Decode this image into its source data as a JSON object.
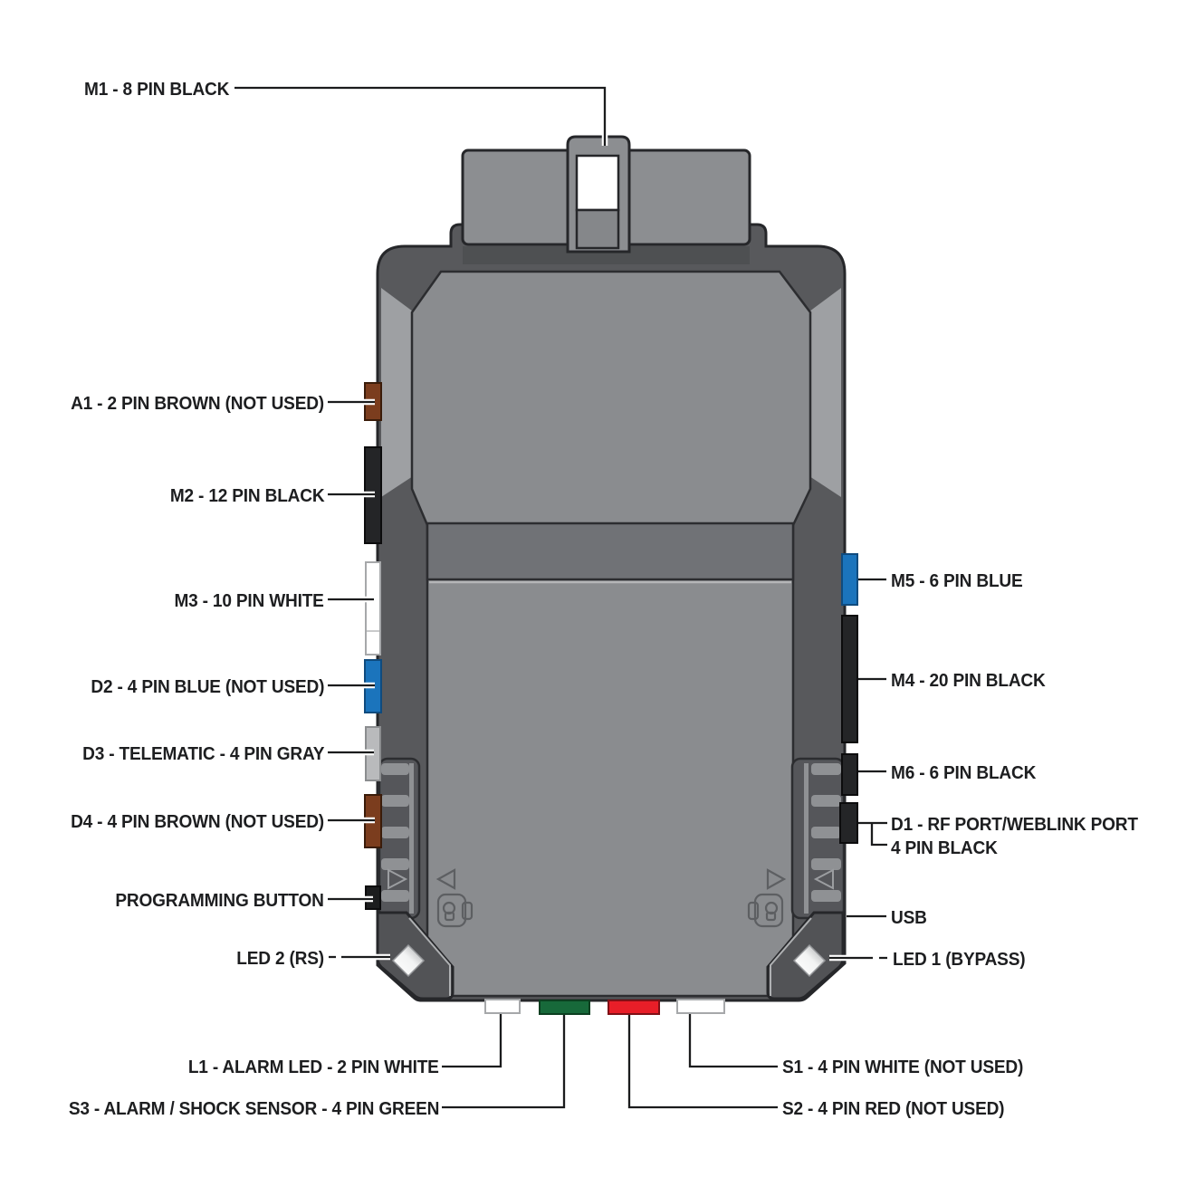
{
  "labels": {
    "m1": "M1 - 8 PIN BLACK",
    "a1": "A1 - 2 PIN BROWN (NOT USED)",
    "m2": "M2 - 12 PIN BLACK",
    "m3": "M3 - 10 PIN WHITE",
    "d2": "D2 - 4 PIN BLUE (NOT USED)",
    "d3": "D3 - TELEMATIC - 4 PIN GRAY",
    "d4": "D4 - 4 PIN BROWN (NOT USED)",
    "programming_button": "PROGRAMMING BUTTON",
    "led2": "LED 2 (RS)",
    "l1": "L1 - ALARM LED - 2 PIN WHITE",
    "s3": "S3 - ALARM / SHOCK SENSOR - 4 PIN GREEN",
    "m5": "M5 - 6 PIN BLUE",
    "m4": "M4 - 20 PIN BLACK",
    "m6": "M6 - 6 PIN BLACK",
    "d1_line1": "D1 - RF PORT/WEBLINK PORT",
    "d1_line2": "4 PIN BLACK",
    "usb": "USB",
    "led1": "LED 1 (BYPASS)",
    "s1": "S1 - 4 PIN WHITE (NOT USED)",
    "s2": "S2 - 4 PIN RED (NOT USED)"
  },
  "colors": {
    "connector_blue": "#1b74bc",
    "connector_brown": "#7b3d1e",
    "connector_gray": "#b9babc",
    "connector_green": "#17693a",
    "connector_red": "#e81e28",
    "connector_black": "#242527",
    "connector_white": "#ffffff",
    "body_shell": "#58595c",
    "body_panel": "#8a8c8f",
    "body_recess": "#707276",
    "body_highlight": "#9ea0a3"
  }
}
